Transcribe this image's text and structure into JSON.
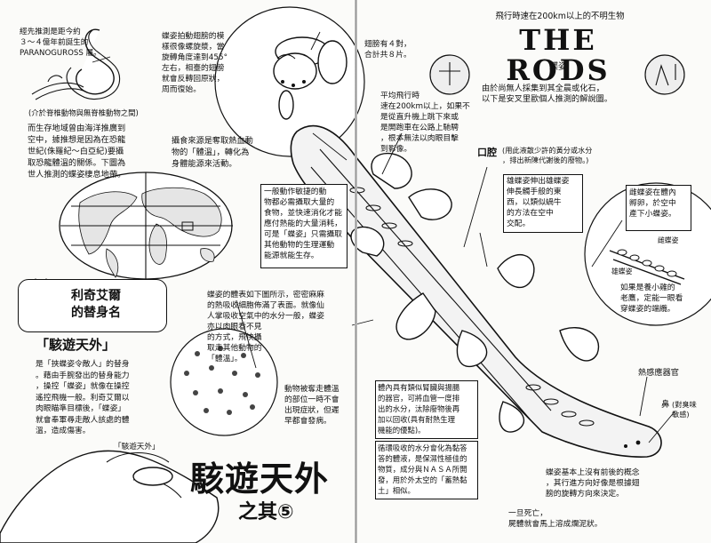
{
  "banner": {
    "subtitle": "飛行時速在200km以上的不明生物",
    "title": "THE RODS",
    "subtitle2": "蝶姿"
  },
  "notes": {
    "paranoguross": "經先推測是距今約\n３～４億年前誕生的\nPARANOGUROSS 屬。",
    "vertebrate_caption": "(介於脊椎動物與無脊椎動物之間)",
    "origin": "而生存地域曾由海洋推廣到\n空中，據推想是因為在恐龍\n世紀(侏羅紀～白亞紀)要攝\n取恐龍體溫的關係。下圖為\n世人推測的蝶姿棲息地帶。",
    "wing_motion": "蝶姿拍動翅膀的模\n樣很像螺旋漿，當\n旋轉角度達到455°\n左右，相臺的翅膀\n就會反轉回原狀，\n周而復始。",
    "heat_source": "攝食來源是奪取熱血動\n物的「體溫」，轉化為\n身體能源來活動。",
    "wings_count": "翅膀有４對，\n合計共８片。",
    "flight_speed": "平均飛行時\n速在200km以上，如果不\n是從直升機上跳下來或\n是開跑車在公路上馳騁\n，根本無法以肉眼目擊\n到影像。",
    "uma_fact": "由於尚無人採集到其全晨或化石，\n以下是安叉里歐個人推測的解說圖。",
    "mouth_label": "口腔",
    "mouth_note": "(用此液散少許的黃分或水分\n，排出新陳代謝後的廢物。)",
    "metabolism": "一般動作敏捷的動\n物都必需攝取大量的\n食物，並快速消化才能\n應付熱能的大量消耗，\n可是「蝶姿」只需攝取\n其他動物的生理運動\n能源就能生存。",
    "mating": "雄蝶姿伸出雄蝶姿\n伸長觸手般的東\n西，以類似蝸牛\n的方法在空中\n交配。",
    "egg": "雌蝶姿在體內\n孵卵，於空中\n產下小蝶姿。",
    "female_label": "雌蝶姿",
    "male_label": "雄蝶姿",
    "falcon": "如果是養小雞的\n老鷹，定能一眼看\n穿蝶姿的端纜。",
    "body_surface": "蝶姿的體表如下圖所示，密密麻麻\n的熱吸收細胞佈滿了表面。就像仙\n人掌吸收空氣中的水分一般，蝶姿\n亦以肉眼看不見\n的方式，飛快攝\n取走其他動物的\n「體溫」。",
    "symptoms": "動物被奪走體溫\n的部位一時不會\n出現症狀，但遲\n早都會發病。",
    "kidney": "體內具有類似腎臟與揚腸\n的器官，可將血管一度排\n出的水分，汰除廢物後再\n加以回收(具有耐熱生理\n機能的優點)。",
    "moisture": "循環吸收的水分會化為黏答\n答的體液，是保濕性極佳的\n物質，成分與ＮＡＳＡ所開\n發，用於外太空的「蓄熱黏\n土」相似。",
    "sensor_label": "熱感應器官",
    "nose_label": "鼻",
    "nose_note": "(對臭味\n敏感)",
    "tail": "蝶姿基本上沒有前後的概念\n，其行進方向好像是根據翅\n膀的旋轉方向來決定。",
    "death": "一旦死亡，\n屍體就會馬上溶成爛泥狀。",
    "character_name": "利奇艾爾\n的替身名",
    "stand_name": "「駭遊天外」",
    "stand_desc": "是「挾蝶姿令敵人」的替身\n。藉由手腕發出的替身能力\n，操控「蝶姿」就像在操控\n遙控飛機一般。利奇艾爾以\n肉眼瞄準目標後，「蝶姿」\n就會奉軍尋走敵人該處的體\n溫，造成傷害。",
    "stand_tag": "「駭遊天外」",
    "chapter_title": "駭遊天外",
    "chapter_sub": "之其⑤"
  }
}
